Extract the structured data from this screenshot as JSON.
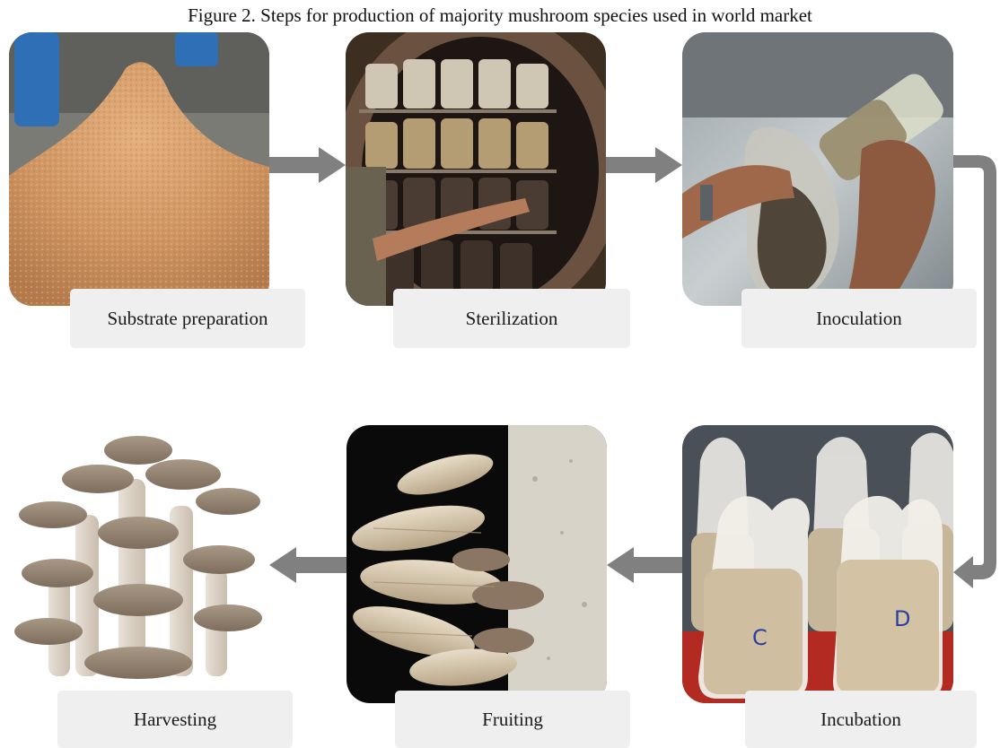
{
  "figure": {
    "title": "Figure 2. Steps for production of majority mushroom species used in world market"
  },
  "steps": [
    {
      "label": "Substrate preparation",
      "image_icon": "sawdust-pile-photo"
    },
    {
      "label": "Sterilization",
      "image_icon": "autoclave-bags-photo"
    },
    {
      "label": "Inoculation",
      "image_icon": "inoculation-bag-photo"
    },
    {
      "label": "Incubation",
      "image_icon": "incubation-bags-photo",
      "bag_marks": [
        "C",
        "D"
      ]
    },
    {
      "label": "Fruiting",
      "image_icon": "fruiting-mushrooms-photo"
    },
    {
      "label": "Harvesting",
      "image_icon": "oyster-mushroom-cluster-photo"
    }
  ],
  "colors": {
    "arrow": "#808080",
    "label_background": "#efefef"
  }
}
